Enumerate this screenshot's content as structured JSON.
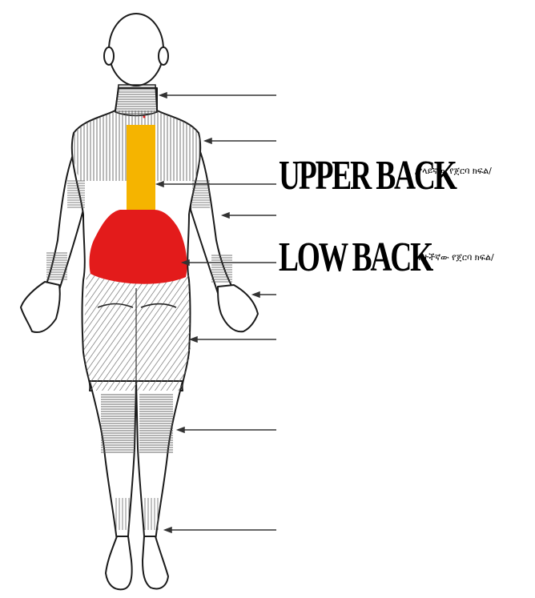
{
  "labels": {
    "upper_back": {
      "title": "UPPER BACK",
      "subtitle": "/የላይኛው የጀርባ ክፍል/",
      "color": "#f5b400"
    },
    "low_back": {
      "title": "LOW BACK",
      "subtitle": "/የታችኛው የጀርባ ክፍል/",
      "color": "#e31b1b"
    }
  },
  "regions": [
    {
      "name": "neck"
    },
    {
      "name": "shoulders"
    },
    {
      "name": "upper-back"
    },
    {
      "name": "elbows"
    },
    {
      "name": "low-back"
    },
    {
      "name": "wrists-hands"
    },
    {
      "name": "hips-thighs"
    },
    {
      "name": "knees"
    },
    {
      "name": "ankles-feet"
    }
  ]
}
